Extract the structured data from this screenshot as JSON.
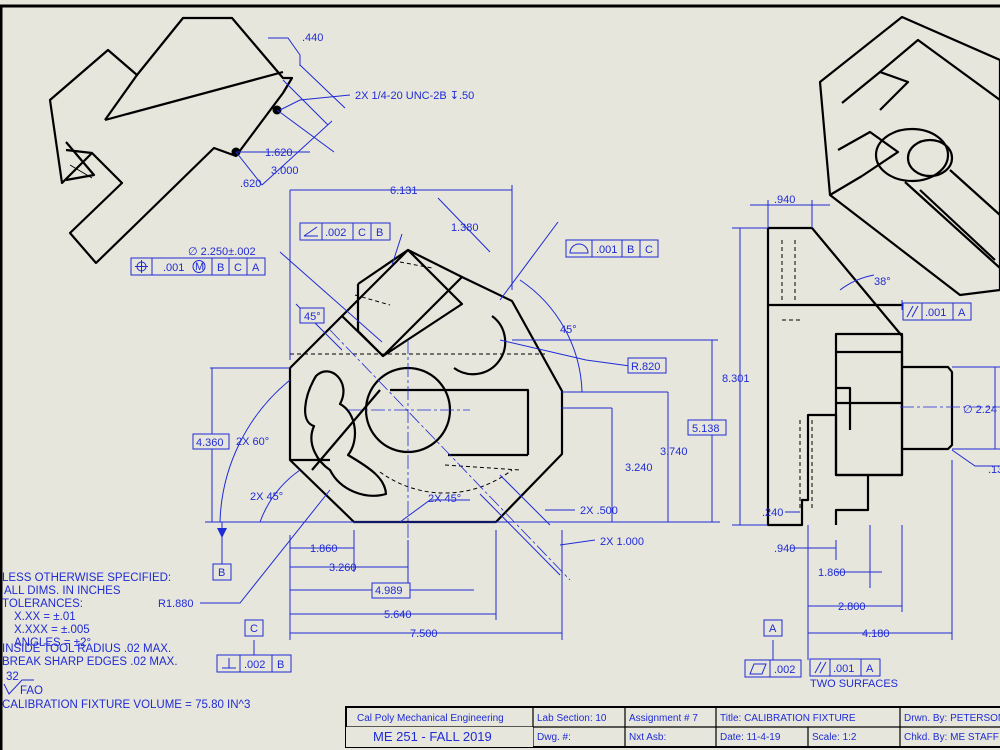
{
  "dimensions": {
    "d440": ".440",
    "tap_note": "2X 1/4-20 UNC-2B ↧.50",
    "d1620": "1.620",
    "d3000": "3.000",
    "d620": ".620",
    "d6131": "6.131",
    "d1380": "1.380",
    "dia2250": "∅ 2.250±.002",
    "d45a": "45°",
    "d45b": "45°",
    "r820": "R.820",
    "d4360": "4.360",
    "d2x60": "2X 60°",
    "d2x45a": "2X 45°",
    "d2x45b": "2X 45°",
    "d3240": "3.240",
    "d3740": "3.740",
    "d5138": "5.138",
    "d2x500": "2X .500",
    "d2x1000": "2X 1.000",
    "d1860a": "1.860",
    "d3260": "3.260",
    "d4989": "4.989",
    "d5640": "5.640",
    "d7500": "7.500",
    "r1880": "R1.880",
    "d940a": ".940",
    "d38": "38°",
    "d8301": "8.301",
    "dia224": "∅ 2.24",
    "d13": ".13",
    "d240": ".240",
    "d940b": ".940",
    "d1860b": "1.860",
    "d2800": "2.800",
    "d4180": "4.180",
    "two_surfaces": "TWO SURFACES"
  },
  "datums": {
    "b": "B",
    "c": "C",
    "a": "A"
  },
  "frames": {
    "position": {
      "tol": ".001",
      "mod": "M",
      "refs": [
        "B",
        "C",
        "A"
      ]
    },
    "angularity": {
      "tol": ".002",
      "refs": [
        "C",
        "B"
      ]
    },
    "profile": {
      "tol": ".001",
      "refs": [
        "B",
        "C"
      ]
    },
    "parallel_right": {
      "tol": ".001",
      "refs": [
        "A"
      ]
    },
    "perp_bottom": {
      "tol": ".002",
      "refs": [
        "B"
      ]
    },
    "flatness": {
      "tol": ".002"
    },
    "parallel_bottom": {
      "tol": ".001",
      "refs": [
        "A"
      ]
    }
  },
  "notes": [
    "LESS OTHERWISE SPECIFIED:",
    "ALL DIMS. IN INCHES",
    "TOLERANCES:",
    "X.XX = ±.01",
    "X.XXX = ±.005",
    "ANGLES = ±2°",
    "INSIDE TOOL RADIUS .02 MAX.",
    "BREAK SHARP EDGES .02 MAX."
  ],
  "surface_finish": {
    "value": "32",
    "symbol": "FAO"
  },
  "volume_note": "CALIBRATION FIXTURE VOLUME = 75.80 IN^3",
  "title_block": {
    "school": "Cal Poly Mechanical Engineering",
    "course": "ME 251 - FALL 2019",
    "lab_section": "Lab Section: 10",
    "dwg": "Dwg. #:",
    "assignment": "Assignment # 7",
    "nxt_asb": "Nxt Asb:",
    "title": "Title: CALIBRATION FIXTURE",
    "date": "Date: 11-4-19",
    "scale": "Scale: 1:2",
    "drawn_by": "Drwn. By: PETERSON",
    "checked_by": "Chkd. By: ME STAFF"
  }
}
